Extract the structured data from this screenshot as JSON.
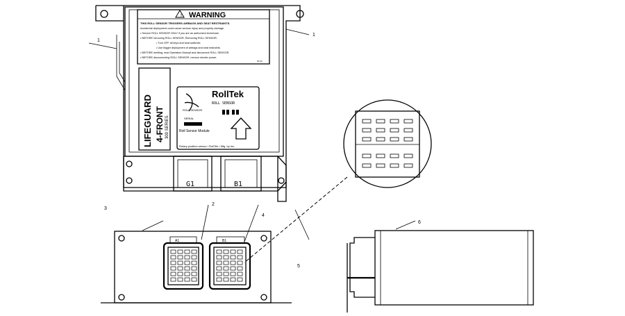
{
  "warning_label": {
    "title": "WARNING",
    "lines": [
      "THIS ROLL SENSOR TRIGGERS AIRBAGS AND SEAT RESTRAINTS.",
      "Accidental deployment could cause serious injury and property damage.",
      "• Service ROLL SENSOR ONLY if you are an authorized technician.",
      "• BEFORE removing ROLL SENSOR, Removing ROLL SENSOR:",
      "• Turn OFF all keys and seat switches",
      "• Use trigger deployment of airbags and seat restraints.",
      "• BEFORE welding, read Operation Manual and disconnect ROLL SENSOR.",
      "• BEFORE disconnecting ROLL SENSOR, remove electric power."
    ],
    "code": "00 00"
  },
  "brand": {
    "name": "LIFEGUARD",
    "model": "4-FRONT",
    "sub": "300 SERIES",
    "maker": "RollTek",
    "maker_sub": "ROLL SENSOR",
    "serial_label": "SERIAL",
    "product_line": "Roll Sensor Module",
    "footer": "Rotary position sensor / RollTek / Mfg. by Inc."
  },
  "connectors": {
    "left_label": "G1",
    "right_label": "B1",
    "left_front_label": "A1",
    "right_front_label": "B1"
  },
  "callouts": {
    "top_right": "1",
    "top_left": "1",
    "front_left": "3",
    "front_mid": "2",
    "front_right": "4",
    "front_far": "5",
    "side": "6"
  }
}
